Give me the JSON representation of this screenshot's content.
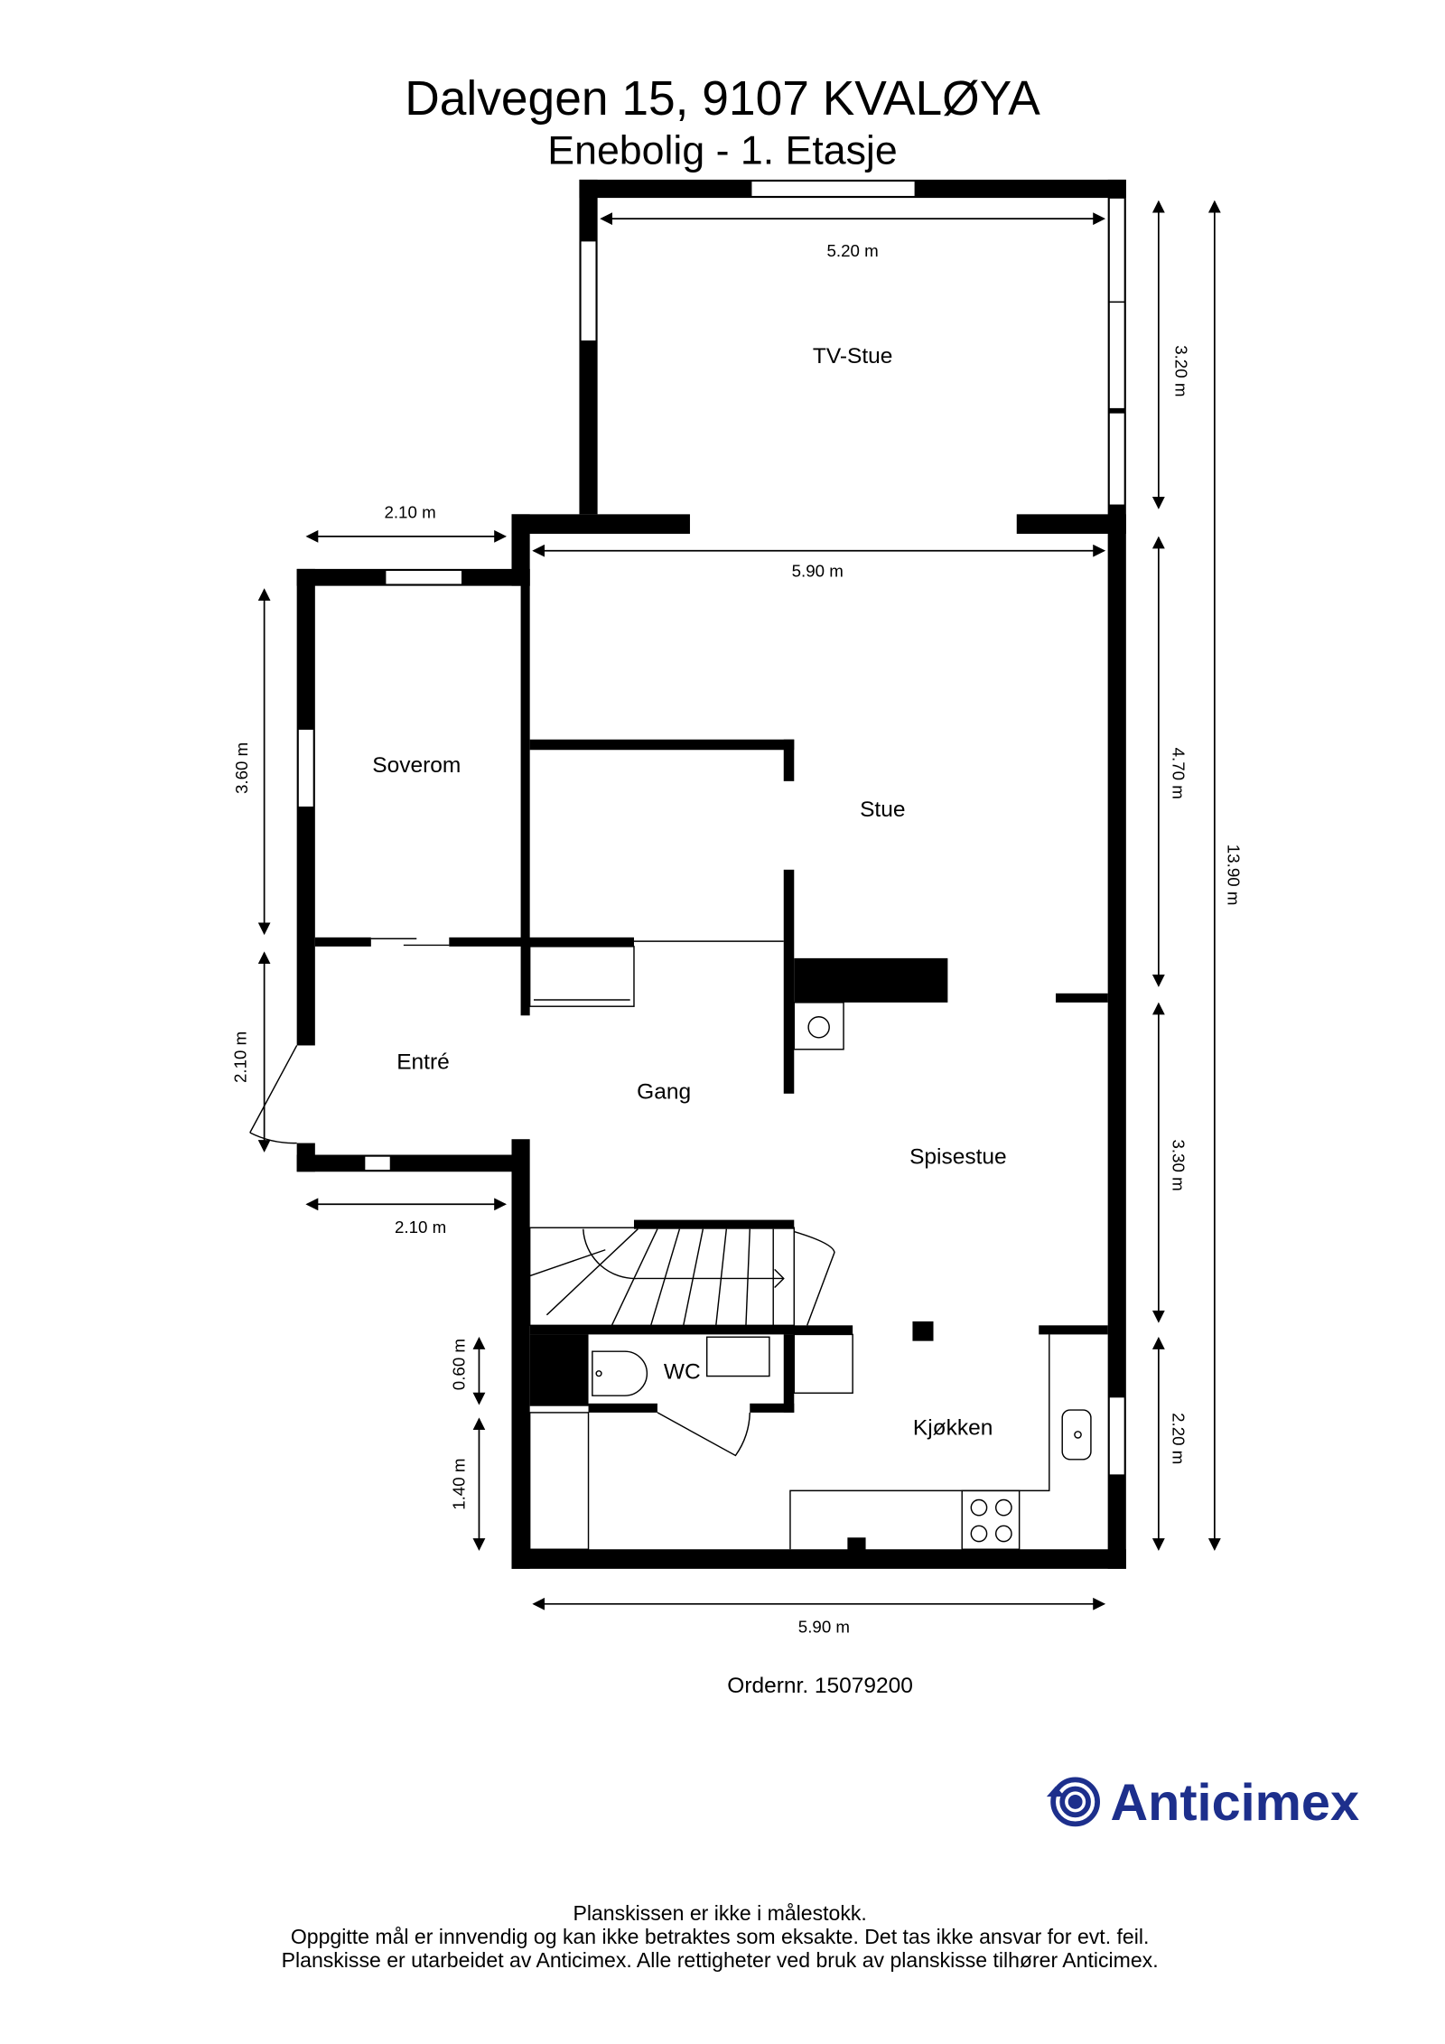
{
  "header": {
    "title": "Dalvegen 15, 9107 KVALØYA",
    "subtitle": "Enebolig - 1. Etasje"
  },
  "rooms": {
    "tv_stue": "TV-Stue",
    "soverom": "Soverom",
    "stue": "Stue",
    "entre": "Entré",
    "gang": "Gang",
    "spisestue": "Spisestue",
    "wc": "WC",
    "kjokken": "Kjøkken"
  },
  "dimensions": {
    "tv_stue_width": "5.20 m",
    "tv_stue_depth": "3.20 m",
    "soverom_top_width": "2.10 m",
    "stue_width": "5.90 m",
    "soverom_depth": "3.60 m",
    "entre_depth": "2.10 m",
    "entre_bottom_width": "2.10 m",
    "stue_depth": "4.70 m",
    "spisestue_depth": "3.30 m",
    "kjokken_depth": "2.20 m",
    "total_depth": "13.90 m",
    "wc_depth": "0.60 m",
    "lower_left_depth": "1.40 m",
    "bottom_width": "5.90 m"
  },
  "order": "Ordernr. 15079200",
  "logo": {
    "text": "Anticimex",
    "color": "#1d2f8c"
  },
  "footer": [
    "Planskissen er ikke i målestokk.",
    "Oppgitte mål er innvendig og kan ikke betraktes som eksakte. Det tas ikke ansvar for evt. feil.",
    "Planskisse er utarbeidet av Anticimex. Alle rettigheter ved bruk av planskisse tilhører Anticimex."
  ]
}
